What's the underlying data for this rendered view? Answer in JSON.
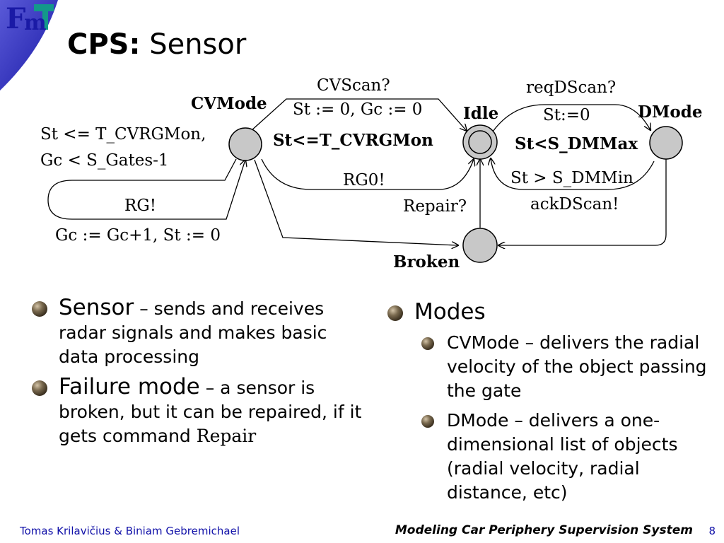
{
  "logo": {
    "text": "Fm"
  },
  "slide": {
    "title_bold": "CPS:",
    "title_rest": " Sensor"
  },
  "diagram": {
    "states": {
      "cvmode": "CVMode",
      "idle": "Idle",
      "dmode": "DMode",
      "broken": "Broken"
    },
    "invariants": {
      "cvmode": "St<=T_CVRGMon",
      "dmode": "St<S_DMMax"
    },
    "edges": {
      "cvscan_sync": "CVScan?",
      "cvscan_update": "St := 0, Gc := 0",
      "reqdscan_sync": "reqDScan?",
      "reqdscan_update": "St:=0",
      "rg0_sync": "RG0!",
      "ackdscan_guard": "St > S_DMMin",
      "ackdscan_sync": "ackDScan!",
      "loop_guard_1": "St <= T_CVRGMon,",
      "loop_guard_2": "Gc < S_Gates-1",
      "loop_sync": "RG!",
      "loop_update": "Gc := Gc+1, St := 0",
      "repair_sync": "Repair?"
    }
  },
  "bullets": {
    "sensor": {
      "term": "Sensor",
      "dash": " – ",
      "desc": "sends and receives radar signals and makes basic data processing"
    },
    "failure": {
      "term": "Failure mode",
      "dash": " – ",
      "desc": "a sensor is broken, but it can be repaired, if it gets command ",
      "command": "Repair"
    },
    "modes": {
      "term": "Modes",
      "cvmode": "CVMode – delivers the radial velocity of the object passing the gate",
      "dmode": "DMode – delivers a one-dimensional list of objects (radial velocity, radial distance, etc)"
    }
  },
  "footer": {
    "authors": "Tomas Krilavičius & Biniam Gebremichael",
    "title": "Modeling Car Periphery Supervision System",
    "page": "8"
  },
  "colors": {
    "accent_blue": "#1a1aa6",
    "logo_teal": "#13998a",
    "state_fill": "#c8c8c8"
  }
}
